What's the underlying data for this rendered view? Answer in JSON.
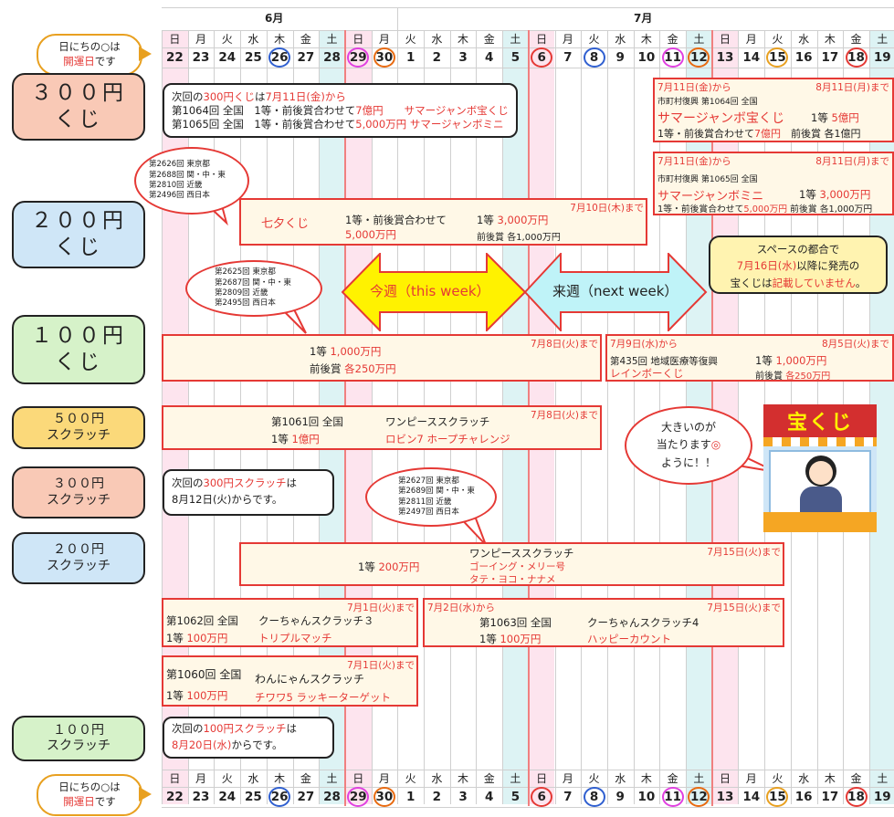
{
  "calendar": {
    "month_jun": "6月",
    "month_jul": "7月",
    "weekdays": [
      "日",
      "月",
      "火",
      "水",
      "木",
      "金",
      "土",
      "日",
      "月",
      "火",
      "水",
      "木",
      "金",
      "土",
      "日",
      "月",
      "火",
      "水",
      "木",
      "金",
      "土",
      "日",
      "月",
      "火",
      "水",
      "木",
      "金",
      "土"
    ],
    "days": [
      "22",
      "23",
      "24",
      "25",
      "26",
      "27",
      "28",
      "29",
      "30",
      "1",
      "2",
      "3",
      "4",
      "5",
      "6",
      "7",
      "8",
      "9",
      "10",
      "11",
      "12",
      "13",
      "14",
      "15",
      "16",
      "17",
      "18",
      "19"
    ],
    "circles": [
      {
        "index": 4,
        "color": "#2f5fd0"
      },
      {
        "index": 7,
        "color": "#e040e0"
      },
      {
        "index": 8,
        "color": "#e86a10"
      },
      {
        "index": 14,
        "color": "#e53935"
      },
      {
        "index": 16,
        "color": "#2f5fd0"
      },
      {
        "index": 19,
        "color": "#e040e0"
      },
      {
        "index": 20,
        "color": "#e86a10"
      },
      {
        "index": 23,
        "color": "#e8a020"
      },
      {
        "index": 26,
        "color": "#e53935"
      }
    ]
  },
  "legend": {
    "line1": "日にちの○は",
    "line2_red": "開運日",
    "line2_rest": "です"
  },
  "categories": {
    "c300kuji": {
      "line1": "３００円",
      "line2": "くじ"
    },
    "c200kuji": {
      "line1": "２００円",
      "line2": "くじ"
    },
    "c100kuji": {
      "line1": "１００円",
      "line2": "くじ"
    },
    "c500scr": {
      "line1": "５００円",
      "line2": "スクラッチ"
    },
    "c300scr": {
      "line1": "３００円",
      "line2": "スクラッチ"
    },
    "c200scr": {
      "line1": "２００円",
      "line2": "スクラッチ"
    },
    "c100scr": {
      "line1": "１００円",
      "line2": "スクラッチ"
    }
  },
  "notice300": {
    "l1_a": "次回の",
    "l1_b": "300円くじ",
    "l1_c": "は",
    "l1_d": "7月11日(金)から",
    "l2_a": "第1064回 全国　1等・前後賞合わせて",
    "l2_b": "7億円",
    "l2_c": "サマージャンボ宝くじ",
    "l3_a": "第1065回 全国　1等・前後賞合わせて",
    "l3_b": "5,000万円",
    "l3_c": "サマージャンボミニ"
  },
  "summer_jumbo": {
    "start": "7月11日(金)から",
    "end": "8月11日(月)まで",
    "sub": "市町村復興 第1064回 全国",
    "name": "サマージャンボ宝くじ",
    "first_label": "1等",
    "first_value": "5億円",
    "combo_label": "1等・前後賞合わせて",
    "combo_value": "7億円",
    "side_label": "前後賞",
    "side_value": "各1億円"
  },
  "summer_mini": {
    "start": "7月11日(金)から",
    "end": "8月11日(月)まで",
    "sub": "市町村復興 第1065回 全国",
    "name": "サマージャンボミニ",
    "first_label": "1等",
    "first_value": "3,000万円",
    "combo_label": "1等・前後賞合わせて",
    "combo_value": "5,000万円",
    "side_label": "前後賞",
    "side_value": "各1,000万円"
  },
  "bubble_a": [
    "第2626回 東京都",
    "第2688回 関・中・東",
    "第2810回 近畿",
    "第2496回 西日本"
  ],
  "bubble_b": [
    "第2625回 東京都",
    "第2687回 関・中・東",
    "第2809回 近畿",
    "第2495回 西日本"
  ],
  "bubble_c": [
    "第2627回 東京都",
    "第2689回 関・中・東",
    "第2811回 近畿",
    "第2497回 西日本"
  ],
  "tanabata": {
    "end": "7月10日(木)まで",
    "name": "七夕くじ",
    "combo_label": "1等・前後賞合わせて",
    "combo_value": "5,000万円",
    "first_label": "1等",
    "first_value": "3,000万円",
    "side_label": "前後賞",
    "side_value": "各1,000万円"
  },
  "space_note": {
    "l1": "スペースの都合で",
    "l2_a": "7月16日(水)",
    "l2_b": "以降に発売の",
    "l3_a": "宝くじは",
    "l3_b": "記載していません",
    "l3_c": "。"
  },
  "weeks": {
    "this_week": "今週（this week）",
    "next_week": "来週（next week）"
  },
  "kuji100_cur": {
    "end": "7月8日(火)まで",
    "first_label": "1等",
    "first_value": "1,000万円",
    "side_label": "前後賞",
    "side_value": "各250万円"
  },
  "rainbow": {
    "start": "7月9日(水)から",
    "end": "8月5日(火)まで",
    "sub": "第435回 地域医療等復興",
    "name": "レインボーくじ",
    "first_label": "1等",
    "first_value": "1,000万円",
    "side_label": "前後賞",
    "side_value": "各250万円"
  },
  "onepiece500": {
    "end": "7月8日(火)まで",
    "round": "第1061回 全国",
    "name": "ワンピーススクラッチ",
    "first_label": "1等",
    "first_value": "1億円",
    "sub": "ロビン7 ホープチャレンジ"
  },
  "lucky_bubble": {
    "l1": "大きいのが",
    "l2": "当たります",
    "l3": "ように！！"
  },
  "booth": {
    "sign": "宝くじ"
  },
  "notice300scr": {
    "l1_a": "次回の",
    "l1_b": "300円スクラッチ",
    "l1_c": "は",
    "l2": "8月12日(火)からです。"
  },
  "onepiece200": {
    "end": "7月15日(火)まで",
    "name": "ワンピーススクラッチ",
    "first_label": "1等",
    "first_value": "200万円",
    "sub1": "ゴーイング・メリー号",
    "sub2": "タテ・ヨコ・ナナメ"
  },
  "kuchan3": {
    "end": "7月1日(火)まで",
    "round": "第1062回 全国",
    "name": "クーちゃんスクラッチ３",
    "first_label": "1等",
    "first_value": "100万円",
    "sub": "トリプルマッチ"
  },
  "kuchan4": {
    "start": "7月2日(水)から",
    "end": "7月15日(火)まで",
    "round": "第1063回 全国",
    "name": "クーちゃんスクラッチ4",
    "first_label": "1等",
    "first_value": "100万円",
    "sub": "ハッピーカウント"
  },
  "wannyan": {
    "end": "7月1日(火)まで",
    "round": "第1060回 全国",
    "name": "わんにゃんスクラッチ",
    "first_label": "1等",
    "first_value": "100万円",
    "sub": "チワワ5 ラッキーターゲット"
  },
  "notice100scr": {
    "l1_a": "次回の",
    "l1_b": "100円スクラッチ",
    "l1_c": "は",
    "l2_a": "8月20日(水)",
    "l2_b": "からです。"
  },
  "colors": {
    "sunday": "#fde4ee",
    "saturday": "#ddf3f4",
    "red": "#e53935",
    "box_bg": "#fff8e7",
    "cat300": "#f9c9b6",
    "cat200": "#cfe6f7",
    "cat100": "#d6f2c9",
    "cat500": "#fbd97a",
    "yellow": "#fff200",
    "cyan": "#bff3f8"
  }
}
